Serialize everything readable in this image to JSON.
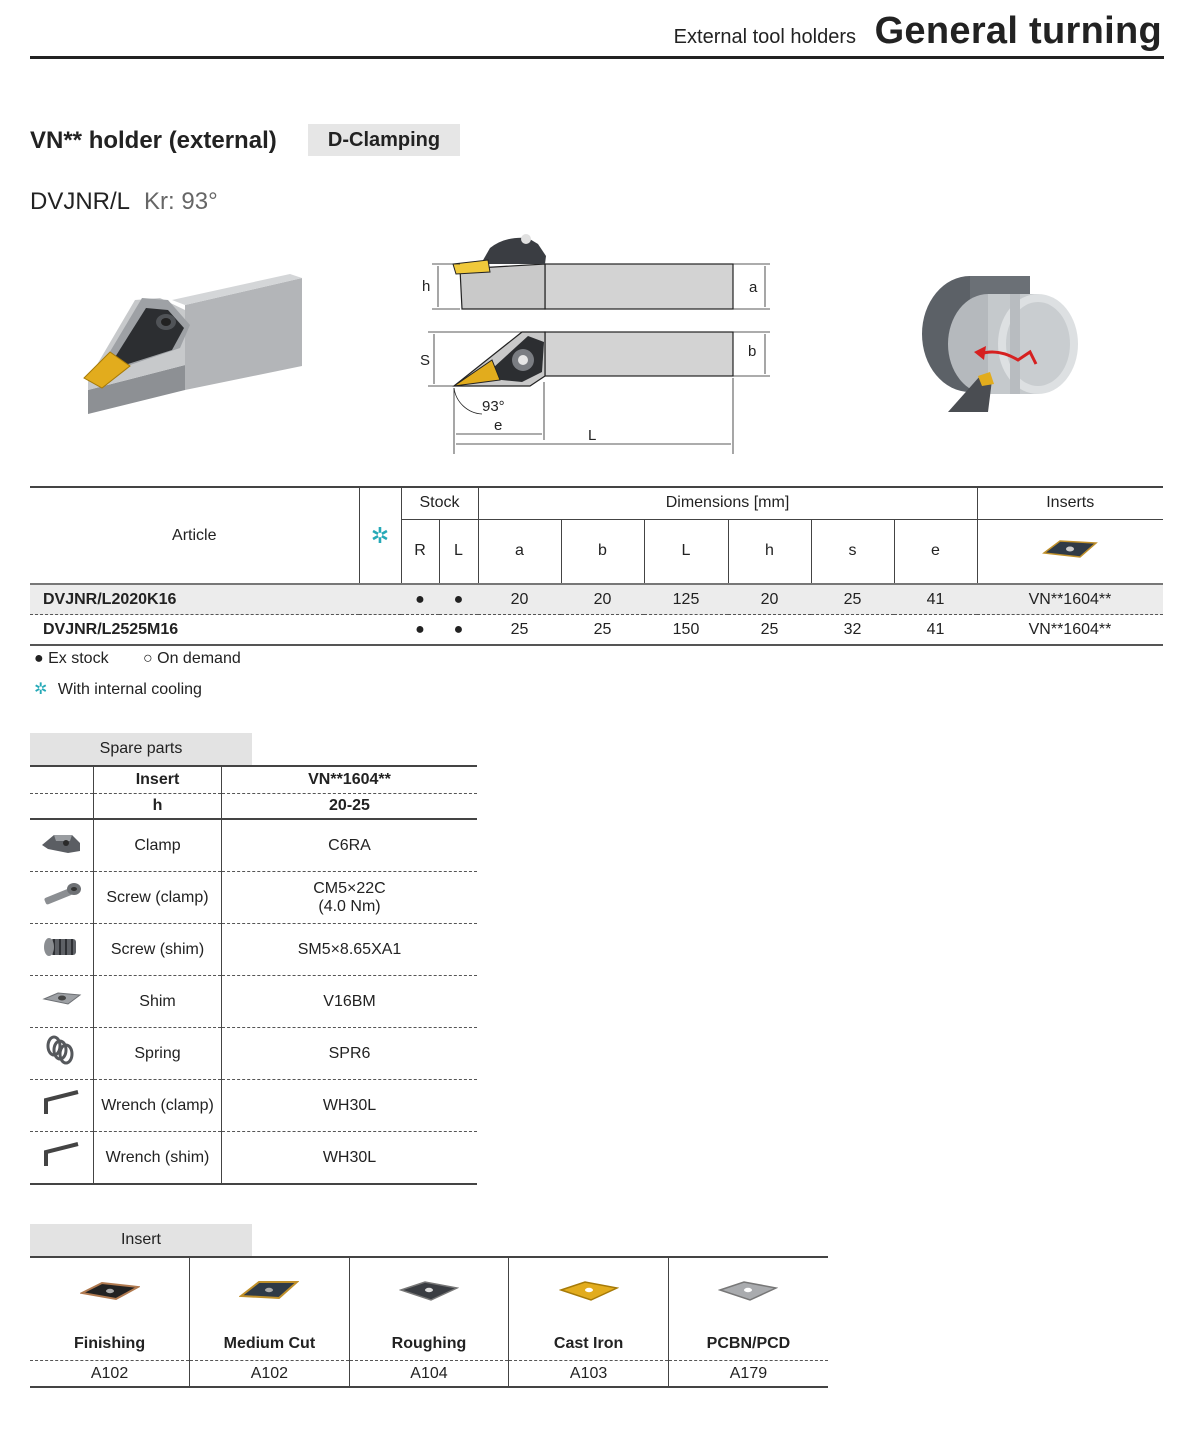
{
  "header": {
    "subtitle": "External tool holders",
    "title": "General turning"
  },
  "section": {
    "title": "VN** holder (external)",
    "clamping": "D-Clamping"
  },
  "model": {
    "name": "DVJNR/L",
    "kr": "Kr: 93°"
  },
  "diagram": {
    "h": "h",
    "a": "a",
    "S": "S",
    "b": "b",
    "angle": "93°",
    "e": "e",
    "L": "L"
  },
  "table": {
    "headers": {
      "article": "Article",
      "stock": "Stock",
      "dimensions": "Dimensions [mm]",
      "inserts": "Inserts",
      "R": "R",
      "L": "L",
      "a": "a",
      "b": "b",
      "Ldim": "L",
      "h": "h",
      "s": "s",
      "e": "e",
      "cooling_symbol": "✲"
    },
    "rows": [
      {
        "article": "DVJNR/L2020K16",
        "R": "●",
        "L": "●",
        "a": "20",
        "b": "20",
        "Ldim": "125",
        "h": "20",
        "s": "25",
        "e": "41",
        "insert": "VN**1604**"
      },
      {
        "article": "DVJNR/L2525M16",
        "R": "●",
        "L": "●",
        "a": "25",
        "b": "25",
        "Ldim": "150",
        "h": "25",
        "s": "32",
        "e": "41",
        "insert": "VN**1604**"
      }
    ]
  },
  "legend": {
    "ex_stock": "● Ex stock",
    "on_demand": "○ On demand",
    "cooling_symbol": "✲",
    "cooling": "With internal cooling"
  },
  "spare": {
    "title": "Spare parts",
    "insert_label": "Insert",
    "insert_value": "VN**1604**",
    "h_label": "h",
    "h_value": "20-25",
    "parts": [
      {
        "icon": "clamp-icon",
        "name": "Clamp",
        "code": "C6RA",
        "code2": ""
      },
      {
        "icon": "screw-clamp-icon",
        "name": "Screw (clamp)",
        "code": "CM5×22C",
        "code2": "(4.0 Nm)"
      },
      {
        "icon": "screw-shim-icon",
        "name": "Screw (shim)",
        "code": "SM5×8.65XA1",
        "code2": ""
      },
      {
        "icon": "shim-icon",
        "name": "Shim",
        "code": "V16BM",
        "code2": ""
      },
      {
        "icon": "spring-icon",
        "name": "Spring",
        "code": "SPR6",
        "code2": ""
      },
      {
        "icon": "wrench-icon",
        "name": "Wrench (clamp)",
        "code": "WH30L",
        "code2": ""
      },
      {
        "icon": "wrench-icon",
        "name": "Wrench (shim)",
        "code": "WH30L",
        "code2": ""
      }
    ]
  },
  "inserts": {
    "title": "Insert",
    "items": [
      {
        "name": "Finishing",
        "code": "A102",
        "color": "#222222",
        "edge": "#b07a50"
      },
      {
        "name": "Medium Cut",
        "code": "A102",
        "color": "#2f3a46",
        "edge": "#c0902a"
      },
      {
        "name": "Roughing",
        "code": "A104",
        "color": "#3a3d42",
        "edge": "#777777"
      },
      {
        "name": "Cast Iron",
        "code": "A103",
        "color": "#e2ac1d",
        "edge": "#a67a08"
      },
      {
        "name": "PCBN/PCD",
        "code": "A179",
        "color": "#a9abae",
        "edge": "#777777"
      }
    ]
  }
}
